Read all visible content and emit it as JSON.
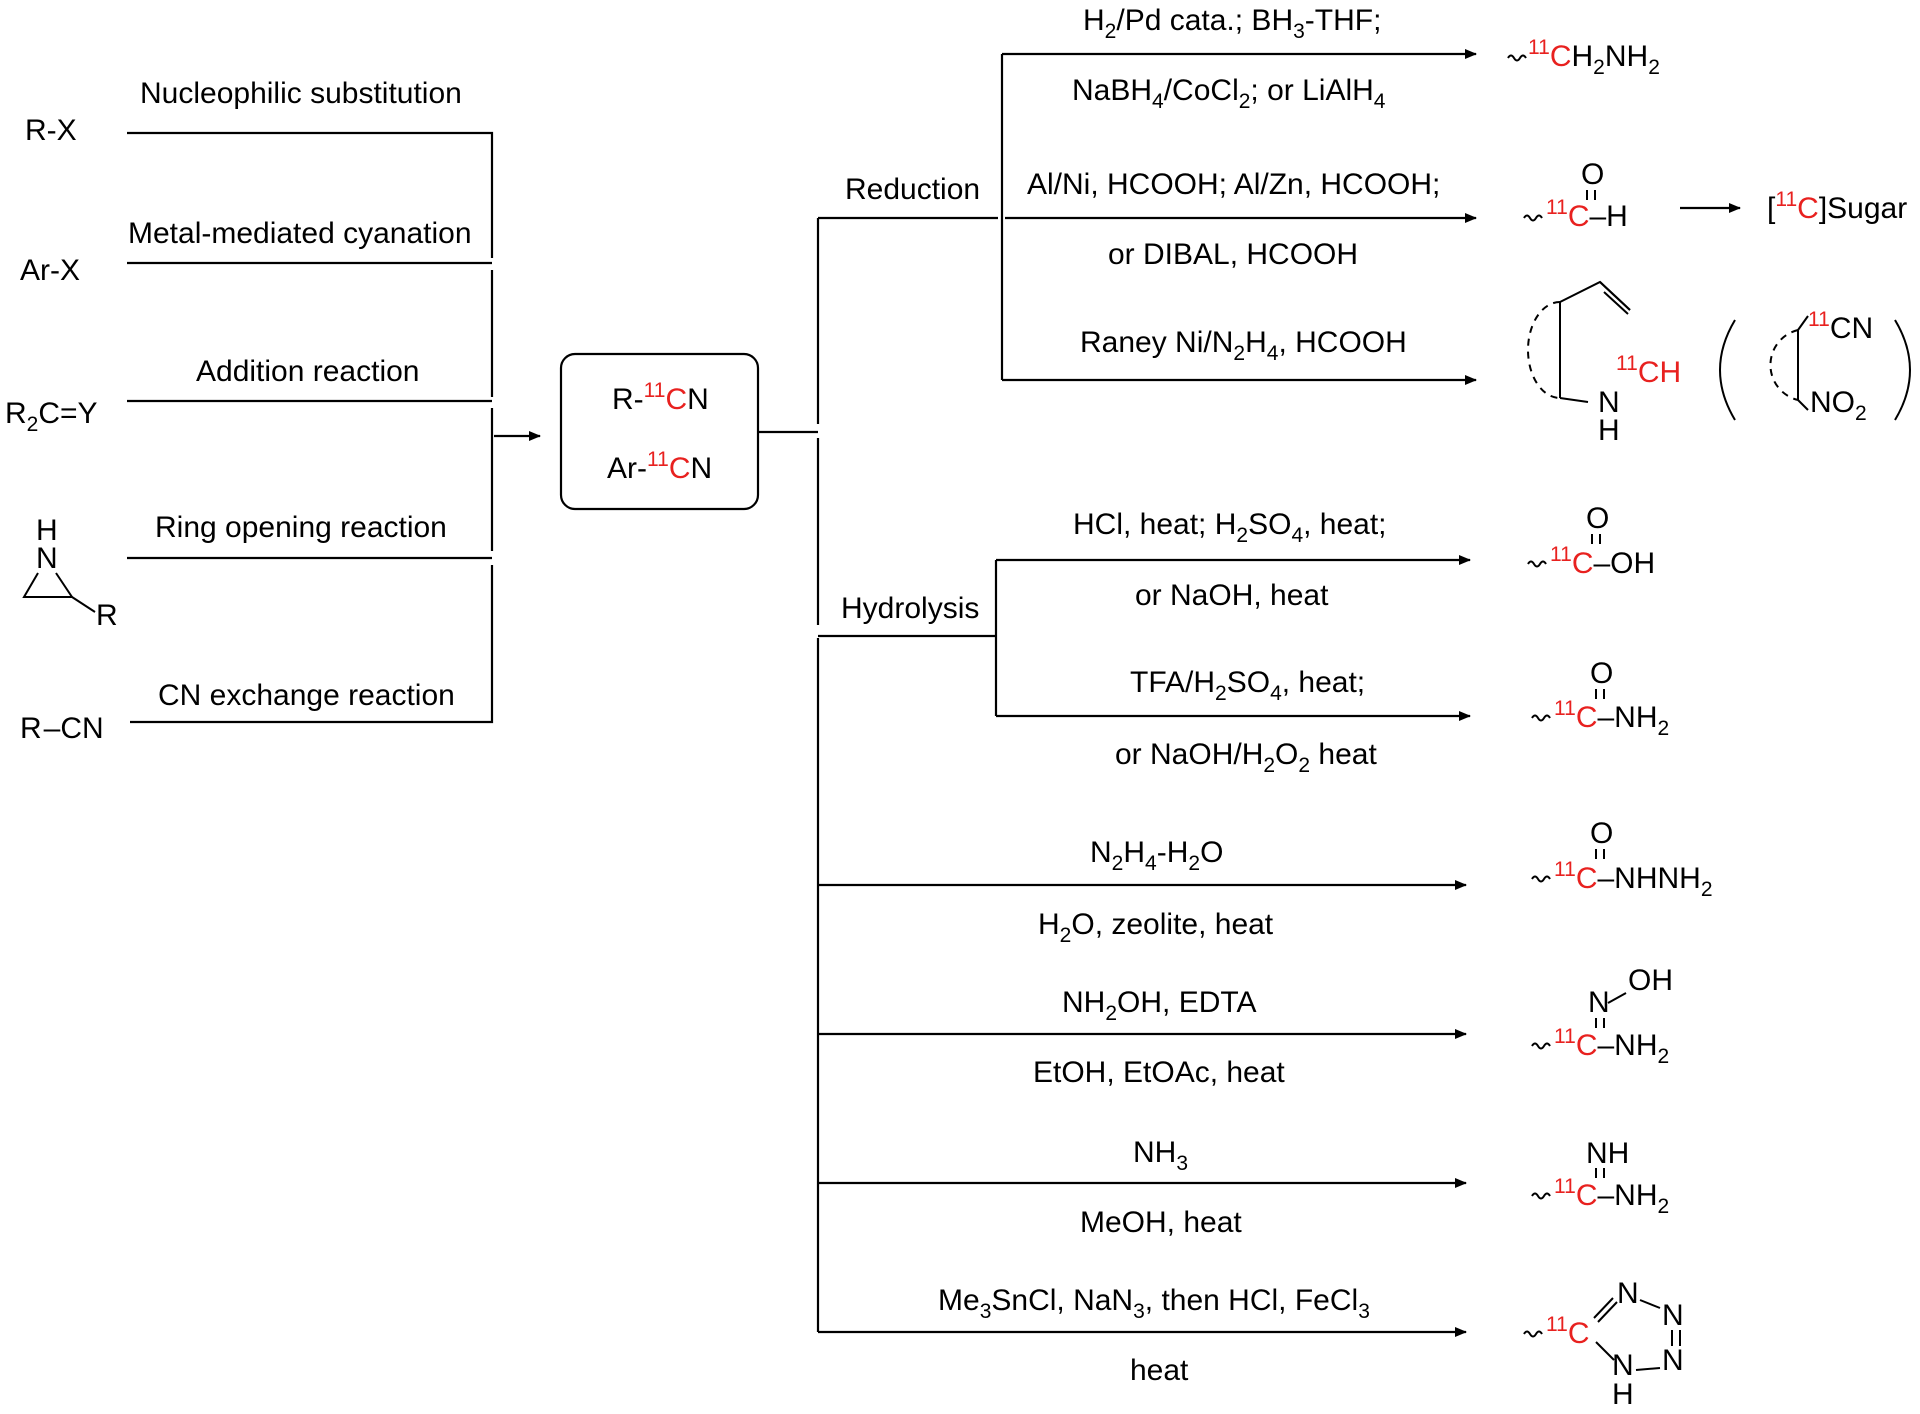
{
  "substrates": [
    "R-X",
    "Ar-X",
    "R",
    "C=Y",
    "2",
    "H",
    "N",
    "R",
    "R",
    "CN"
  ],
  "methods": [
    "Nucleophilic substitution",
    "Metal-mediated cyanation",
    "Addition reaction",
    "Ring opening reaction",
    "CN exchange reaction"
  ],
  "center": {
    "rn_prefix": "R-",
    "arn_prefix": "Ar-",
    "isotope": "11",
    "c": "C",
    "n": "N"
  },
  "branches": {
    "reduction": "Reduction",
    "hydrolysis": "Hydrolysis"
  },
  "conditions": {
    "amine_top": [
      "H",
      "2",
      "/Pd cata.; BH",
      "3",
      "-THF;"
    ],
    "amine_bottom": [
      "NaBH",
      "4",
      "/CoCl",
      "2",
      "; or LiAlH",
      "4"
    ],
    "aldehyde_top": "Al/Ni, HCOOH; Al/Zn, HCOOH;",
    "aldehyde_bottom": "or DIBAL, HCOOH",
    "indole_top": [
      "Raney Ni/N",
      "2",
      "H",
      "4",
      ", HCOOH"
    ],
    "acid_top": [
      "HCl, heat; H",
      "2",
      "SO",
      "4",
      ", heat;"
    ],
    "acid_bottom": "or NaOH, heat",
    "amide_top": [
      "TFA/H",
      "2",
      "SO",
      "4",
      ", heat;"
    ],
    "amide_bottom": [
      "or NaOH/H",
      "2",
      "O",
      "2",
      " heat"
    ],
    "hydrazide_top": [
      "N",
      "2",
      "H",
      "4",
      "-H",
      "2",
      "O"
    ],
    "hydrazide_bottom": [
      "H",
      "2",
      "O, zeolite, heat"
    ],
    "amidoxime_top": [
      "NH",
      "2",
      "OH, EDTA"
    ],
    "amidoxime_bottom": "EtOH, EtOAc, heat",
    "amidine_top": [
      "NH",
      "3"
    ],
    "amidine_bottom": "MeOH, heat",
    "tetrazole_top": [
      "Me",
      "3",
      "SnCl, NaN",
      "3",
      ", then HCl, FeCl",
      "3"
    ],
    "tetrazole_bottom": "heat"
  },
  "products": {
    "amine": [
      "11",
      "C",
      "H",
      "2",
      "NH",
      "2"
    ],
    "aldehyde": [
      "O",
      "11",
      "C",
      "–H"
    ],
    "sugar": [
      "[",
      "11",
      "C",
      "]Sugar"
    ],
    "indole": [
      "11",
      "CH",
      "N",
      "H"
    ],
    "nitro": [
      "11",
      "CN",
      "NO",
      "2"
    ],
    "acid": [
      "O",
      "11",
      "C",
      "–OH"
    ],
    "amide": [
      "O",
      "11",
      "C",
      "–NH",
      "2"
    ],
    "hydrazide": [
      "O",
      "11",
      "C",
      "–NHNH",
      "2"
    ],
    "amidoxime": [
      "OH",
      "N",
      "11",
      "C",
      "–NH",
      "2"
    ],
    "amidine": [
      "NH",
      "11",
      "C",
      "–NH",
      "2"
    ],
    "tetrazole": [
      "N",
      "N",
      "N",
      "N",
      "H",
      "11",
      "C"
    ]
  },
  "colors": {
    "isotope_red": "#e8211f",
    "line": "#000000",
    "background": "#ffffff"
  }
}
